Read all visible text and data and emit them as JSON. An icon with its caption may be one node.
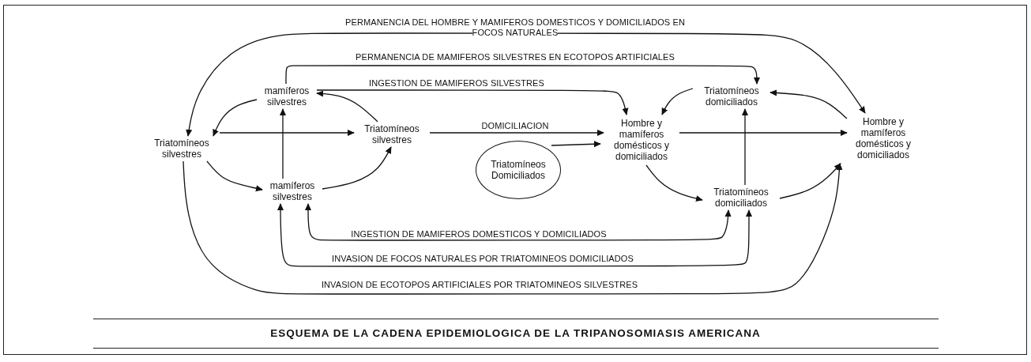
{
  "diagram": {
    "title": "ESQUEMA DE LA CADENA EPIDEMIOLOGICA DE LA TRIPANOSOMIASIS AMERICANA",
    "nodes": [
      {
        "text": [
          "Triatomíneos silvestres"
        ]
      },
      {
        "text": [
          "mamíferos silvestres"
        ]
      },
      {
        "text": [
          "Triatomíneos silvestres"
        ]
      },
      {
        "text": [
          "mamíferos silvestres"
        ]
      },
      {
        "text": [
          "Triatomíneos Domiciliados"
        ]
      },
      {
        "text": [
          "Hombre y mamíferos domésticos y domiciliados"
        ]
      },
      {
        "text": [
          "Triatomíneos domiciliados"
        ]
      },
      {
        "text": [
          "Triatomíneos domiciliados"
        ]
      },
      {
        "text": [
          "Hombre y mamíferos domésticos y domiciliados"
        ]
      }
    ],
    "edges": [
      {
        "from": 1,
        "to": 0,
        "arrow": "to"
      },
      {
        "from": 0,
        "to": 3,
        "arrow": "to"
      },
      {
        "from": 3,
        "to": 2,
        "arrow": "to"
      },
      {
        "from": 2,
        "to": 1,
        "arrow": "to"
      },
      {
        "from": 0,
        "to": 2,
        "arrow": "to"
      },
      {
        "from": 3,
        "to": 1,
        "arrow": "to"
      },
      {
        "from": 2,
        "to": 5,
        "arrow": "to",
        "label": "DOMICILIACION"
      },
      {
        "from": 4,
        "to": 5,
        "arrow": "to"
      },
      {
        "from": 6,
        "to": 5,
        "arrow": "to"
      },
      {
        "from": 5,
        "to": 7,
        "arrow": "to"
      },
      {
        "from": 7,
        "to": 8,
        "arrow": "to"
      },
      {
        "from": 8,
        "to": 6,
        "arrow": "to"
      },
      {
        "from": 5,
        "to": 8,
        "arrow": "to"
      },
      {
        "from": 7,
        "to": 6,
        "arrow": "to"
      },
      {
        "from": 0,
        "to": 8,
        "arrow": "both",
        "label": "PERMANENCIA DEL HOMBRE Y MAMIFEROS DOMESTICOS Y DOMICILIADOS EN FOCOS NATURALES"
      },
      {
        "from": 1,
        "to": 6,
        "arrow": "to",
        "label": "PERMANENCIA DE MAMIFEROS SILVESTRES EN ECOTOPOS ARTIFICIALES"
      },
      {
        "from": 1,
        "to": 5,
        "arrow": "to",
        "label": "INGESTION DE MAMIFEROS SILVESTRES"
      },
      {
        "from": 3,
        "to": 7,
        "arrow": "both",
        "label": "INGESTION DE MAMIFEROS DOMESTICOS Y DOMICILIADOS"
      },
      {
        "from": 3,
        "to": 7,
        "arrow": "both",
        "label": "INVASION DE FOCOS NATURALES POR TRIATOMINEOS DOMICILIADOS"
      },
      {
        "from": 0,
        "to": 8,
        "arrow": "to",
        "label": "INVASION DE ECOTOPOS ARTIFICIALES POR TRIATOMINEOS SILVESTRES"
      }
    ]
  }
}
